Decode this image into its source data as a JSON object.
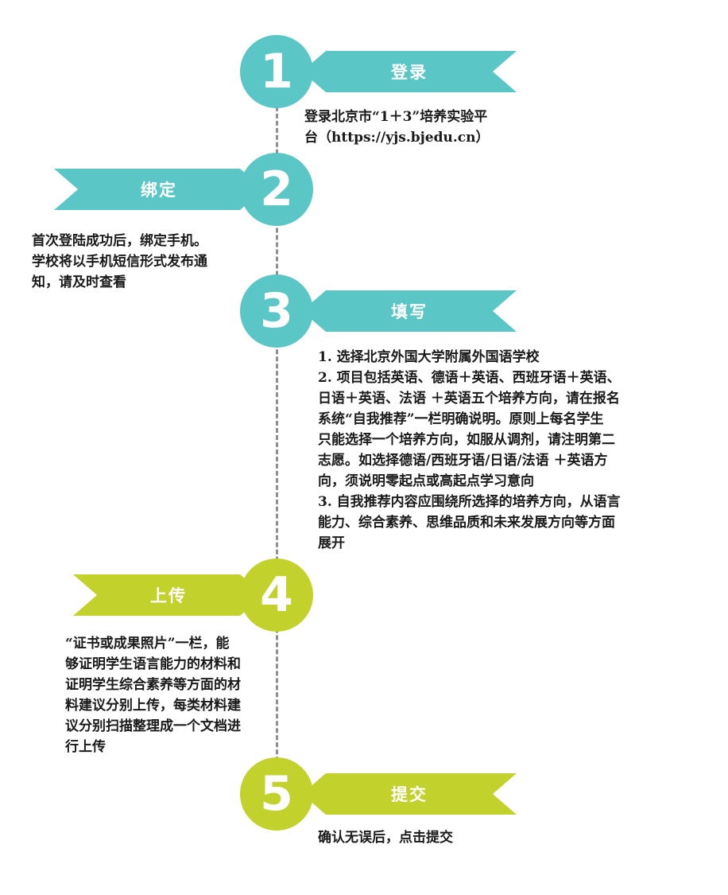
{
  "colors": {
    "teal": "#5bc6c6",
    "lime": "#c3d12c",
    "line": "#8f8f8f"
  },
  "steps": [
    {
      "number": "1",
      "title": "登录",
      "lines": [
        "登录北京市“1＋3”培养实验平",
        "台（https://yjs.bjedu.cn）"
      ]
    },
    {
      "number": "2",
      "title": "绑定",
      "lines": [
        "首次登陆成功后，绑定手机。",
        "学校将以手机短信形式发布通",
        "知，请及时查看"
      ]
    },
    {
      "number": "3",
      "title": "填写",
      "lines": [
        "1. 选择北京外国大学附属外国语学校",
        "2. 项目包括英语、德语＋英语、西班牙语＋英语、",
        "日语＋英语、法语 ＋英语五个培养方向，请在报名",
        "系统“自我推荐”一栏明确说明。原则上每名学生",
        "只能选择一个培养方向，如服从调剂，请注明第二",
        "志愿。如选择德语/西班牙语/日语/法语 ＋英语方",
        "向，须说明零起点或高起点学习意向",
        "3. 自我推荐内容应围绕所选择的培养方向，从语言",
        "能力、综合素养、思维品质和未来发展方向等方面",
        "展开"
      ]
    },
    {
      "number": "4",
      "title": "上传",
      "lines": [
        "“证书或成果照片”一栏，能",
        "够证明学生语言能力的材料和",
        "证明学生综合素养等方面的材",
        "料建议分别上传，每类材料建",
        "议分别扫描整理成一个文档进",
        "行上传"
      ]
    },
    {
      "number": "5",
      "title": "提交",
      "lines": [
        "确认无误后，点击提交"
      ]
    }
  ]
}
